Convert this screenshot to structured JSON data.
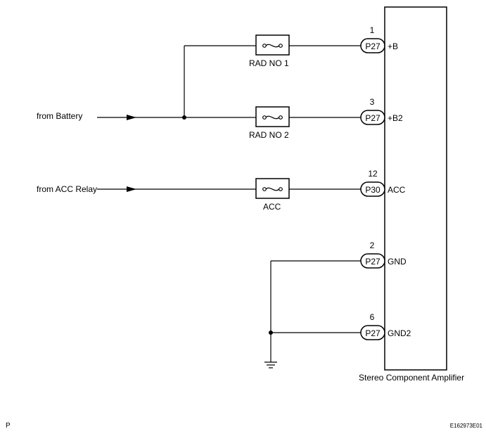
{
  "inputs": {
    "battery": "from Battery",
    "acc_relay": "from ACC Relay"
  },
  "fuses": {
    "rad_no1": "RAD NO  1",
    "rad_no2": "RAD NO  2",
    "acc": "ACC"
  },
  "amplifier": {
    "name": "Stereo Component Amplifier",
    "pins": [
      {
        "number": "1",
        "connector": "P27",
        "signal": "+B"
      },
      {
        "number": "3",
        "connector": "P27",
        "signal": "+B2"
      },
      {
        "number": "12",
        "connector": "P30",
        "signal": "ACC"
      },
      {
        "number": "2",
        "connector": "P27",
        "signal": "GND"
      },
      {
        "number": "6",
        "connector": "P27",
        "signal": "GND2"
      }
    ]
  },
  "footer": {
    "left_code": "P",
    "figure_id": "E162973E01"
  }
}
